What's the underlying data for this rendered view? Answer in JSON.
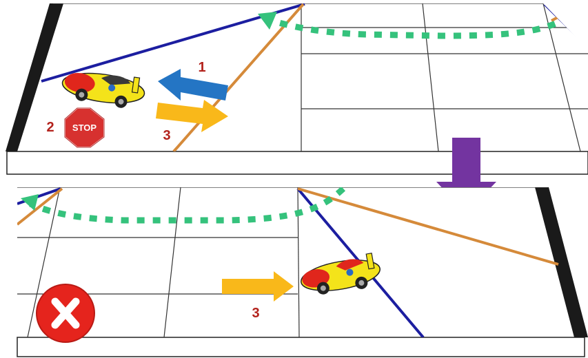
{
  "labels": {
    "move_back": "1",
    "stop_step": "2",
    "move_forward_top": "3",
    "move_forward_bottom": "3"
  },
  "sign_text": "STOP",
  "colors": {
    "blue_line": "#1c1ea0",
    "orange_line": "#d58a3a",
    "green_dotted_path": "#35c27c",
    "blue_arrow": "#2475c4",
    "yellow_arrow": "#f9b81a",
    "purple_arrow": "#7334a0",
    "label_red": "#b3221c",
    "stop_red": "#d7312f",
    "error_red": "#e5241d",
    "car_yellow": "#f4e31a",
    "car_red": "#e0261c",
    "board_edge": "#1a1a1a"
  },
  "icons": [
    "stop-sign-icon",
    "error-x-icon",
    "race-car-icon",
    "arrow-left-icon",
    "arrow-right-icon",
    "arrow-down-icon"
  ]
}
